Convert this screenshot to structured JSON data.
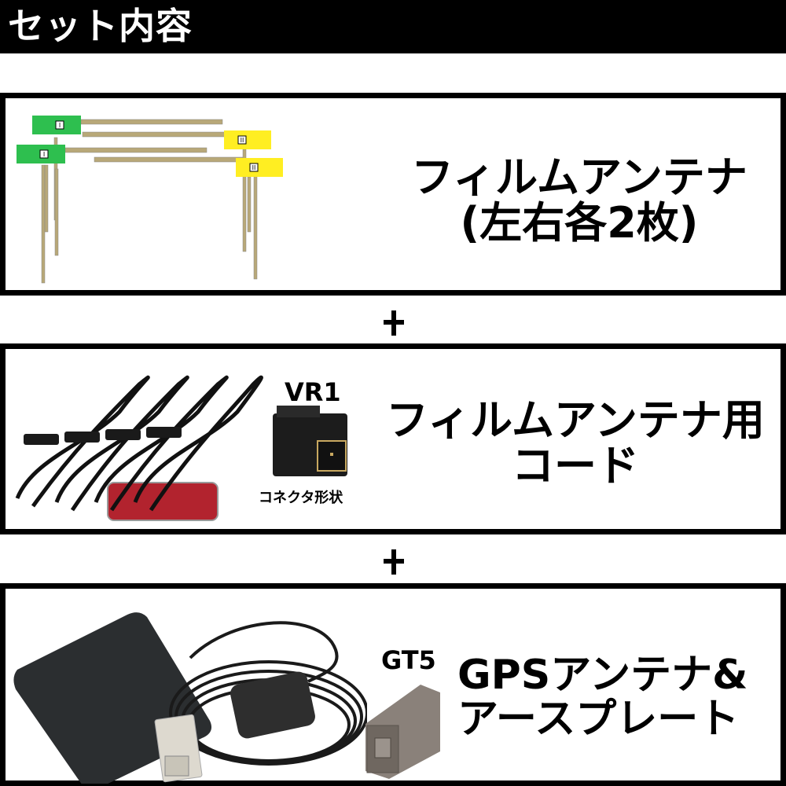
{
  "header": {
    "title": "セット内容",
    "background": "#000000",
    "text_color": "#ffffff"
  },
  "separators": [
    {
      "symbol": "+"
    },
    {
      "symbol": "+"
    }
  ],
  "items": [
    {
      "title_line1": "フィルムアンテナ",
      "title_line2": "(左右各2枚)",
      "image": "film-antenna-set",
      "antenna_markers": [
        "I",
        "I",
        "II",
        "II"
      ],
      "colors": {
        "left_tabs": "#2ebf4f",
        "right_tabs": "#ffee22"
      }
    },
    {
      "title_line1": "フィルムアンテナ用",
      "title_line2": "コード",
      "image": "antenna-cables",
      "connector_label": "VR1",
      "connector_caption": "コネクタ形状"
    },
    {
      "title_line1": "GPSアンテナ&",
      "title_line2": "アースプレート",
      "image": "gps-antenna-and-earth-plate",
      "connector_label": "GT5"
    }
  ]
}
